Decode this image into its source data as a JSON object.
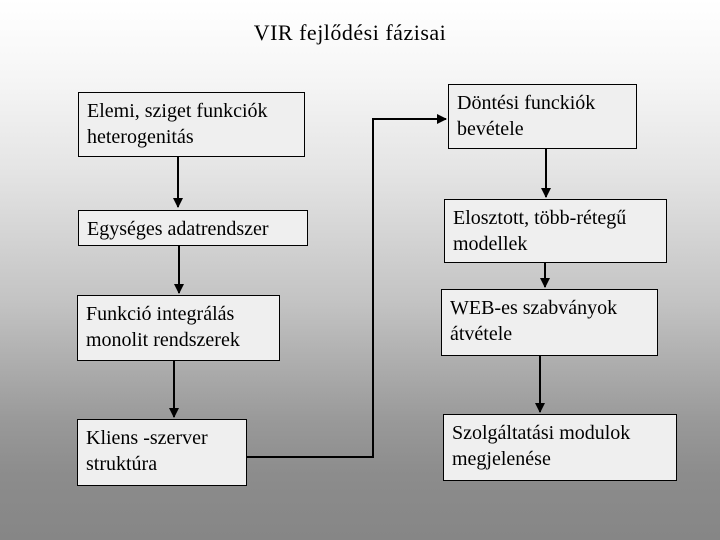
{
  "slide": {
    "title": "VIR fejlődési fázisai"
  },
  "diagram": {
    "left_boxes": [
      {
        "label": "Elemi, sziget funkciók heterogenitás"
      },
      {
        "label": "Egységes adatrendszer"
      },
      {
        "label": "Funkció integrálás monolit rendszerek"
      },
      {
        "label": "Kliens -szerver struktúra"
      }
    ],
    "right_boxes": [
      {
        "label": "Döntési funckiók bevétele"
      },
      {
        "label": "Elosztott, több-rétegű modellek"
      },
      {
        "label": "WEB-es szabványok átvétele"
      },
      {
        "label": "Szolgáltatási modulok megjelenése"
      }
    ],
    "flow_order": [
      "Elemi, sziget funkciók heterogenitás",
      "Egységes adatrendszer",
      "Funkció integrálás monolit rendszerek",
      "Kliens -szerver struktúra",
      "Döntési funckiók bevétele",
      "Elosztott, több-rétegű modellek",
      "WEB-es szabványok átvétele",
      "Szolgáltatási modulok megjelenése"
    ]
  },
  "colors": {
    "box_fill": "#efefef",
    "box_border": "#000000",
    "connector": "#000000",
    "background_top": "#ffffff",
    "background_bottom": "#868686"
  }
}
